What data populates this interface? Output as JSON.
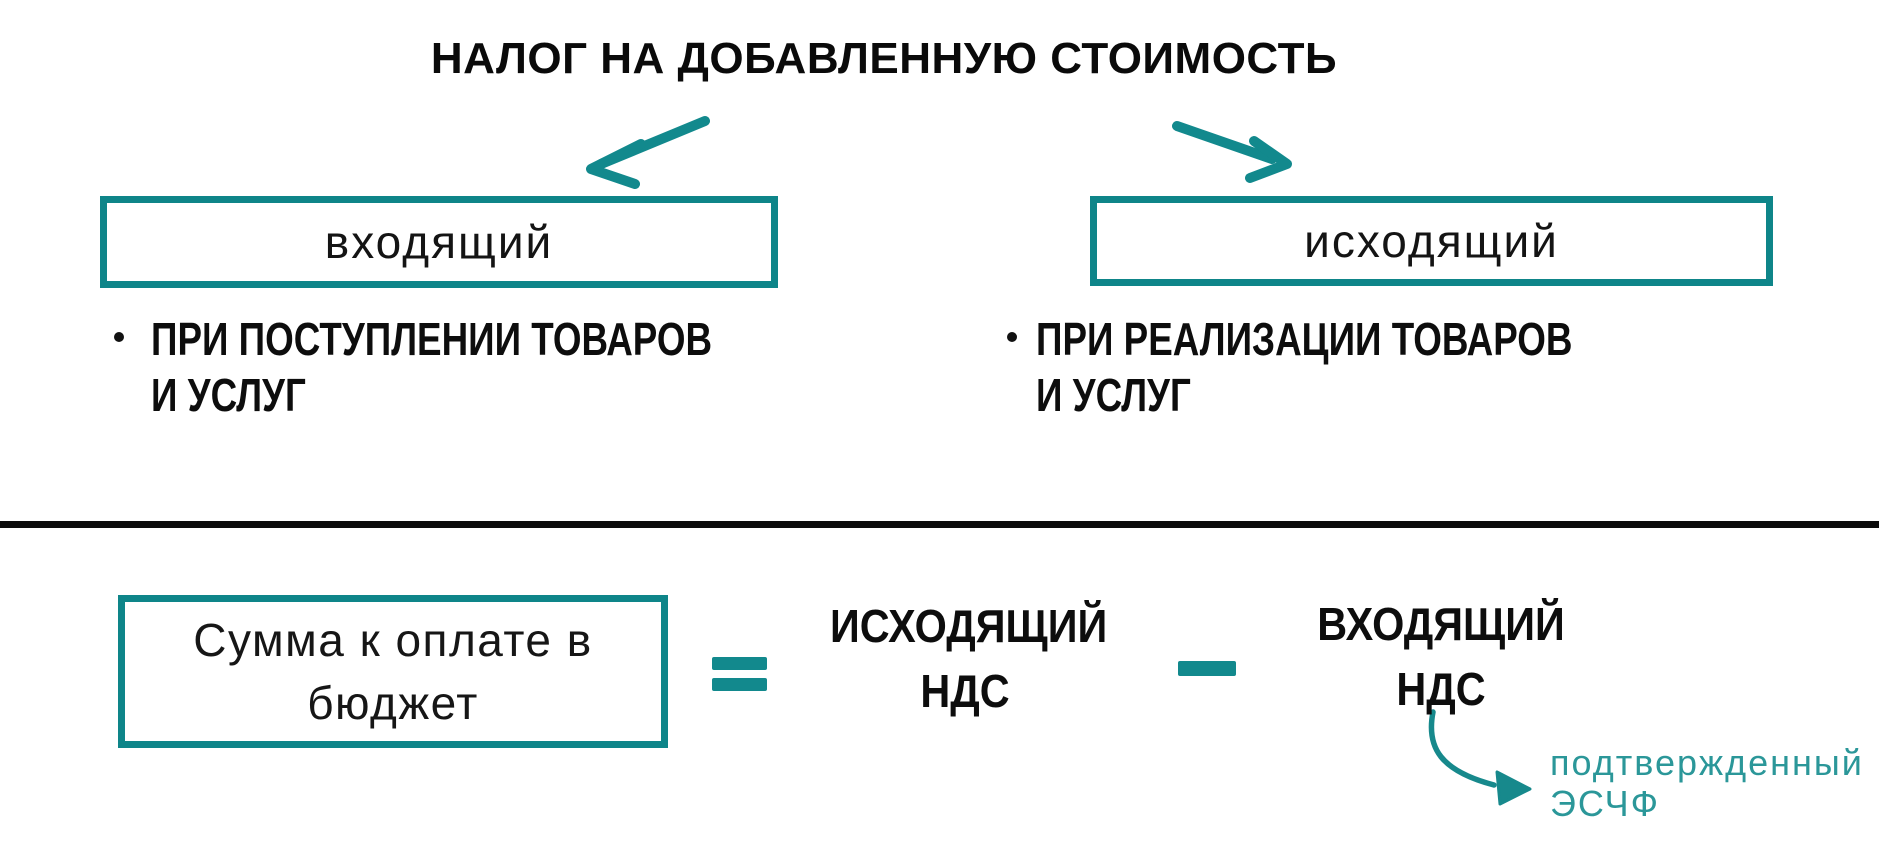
{
  "colors": {
    "teal": "#0e8589",
    "teal_light": "#2b9799",
    "ink": "#0d0d0d"
  },
  "title": "НАЛОГ НА ДОБАВЛЕННУЮ СТОИМОСТЬ",
  "icons": {
    "left_arrow": "arrow-down-left",
    "right_arrow": "arrow-down-right",
    "note_arrow": "curved-arrow-right"
  },
  "incoming": {
    "box_label": "входящий",
    "bullet": {
      "line1": "ПРИ ПОСТУПЛЕНИИ ТОВАРОВ",
      "line2": "И УСЛУГ"
    }
  },
  "outgoing": {
    "box_label": "исходящий",
    "bullet": {
      "line1": "ПРИ РЕАЛИЗАЦИИ ТОВАРОВ",
      "line2": "И УСЛУГ"
    }
  },
  "formula": {
    "result_line1": "Сумма к оплате в",
    "result_line2": "бюджет",
    "equals_symbol": "=",
    "outgoing_vat_line1": "ИСХОДЯЩИЙ",
    "outgoing_vat_line2": "НДС",
    "minus_symbol": "−",
    "incoming_vat_line1": "ВХОДЯЩИЙ",
    "incoming_vat_line2": "НДС",
    "note_line1": "подтвержденный",
    "note_line2": "ЭСЧФ"
  }
}
